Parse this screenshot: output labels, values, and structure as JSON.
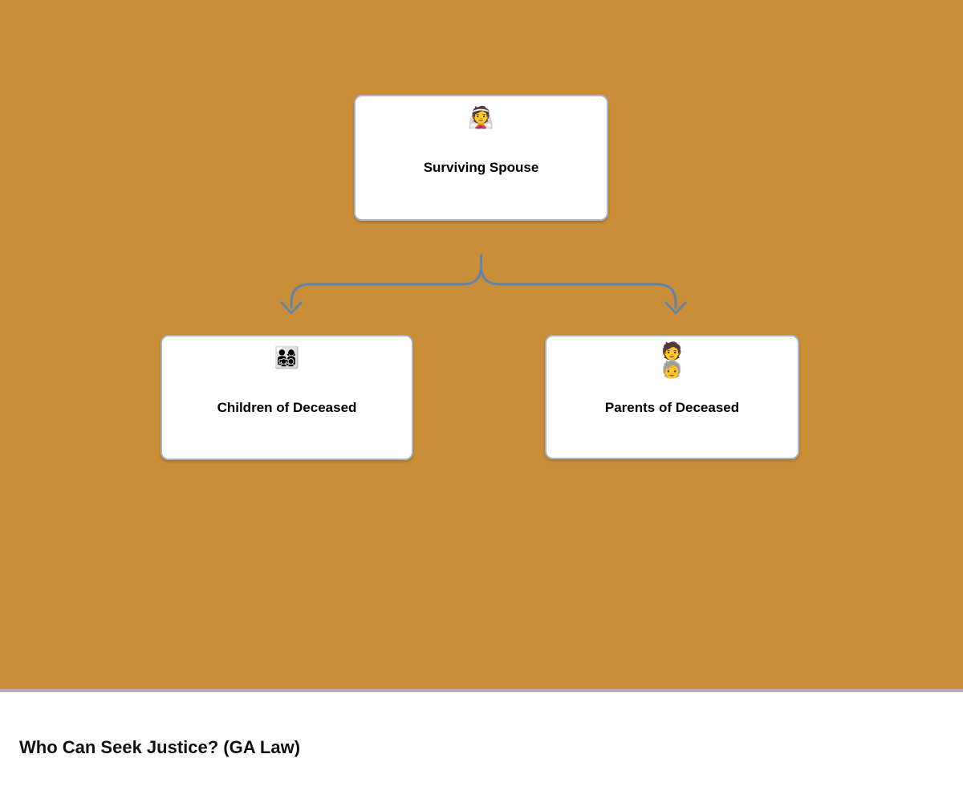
{
  "diagram": {
    "type": "flowchart",
    "background_color": "#C98E37",
    "connector_color": "#6284A8",
    "node_border_color": "#A9B4C4",
    "nodes": {
      "spouse": {
        "icon": "👰",
        "icon_name": "bride-with-veil-emoji",
        "label": "Surviving Spouse"
      },
      "children": {
        "icon": "👨‍👩‍👧‍👦",
        "icon_name": "family-emoji",
        "label": "Children of Deceased"
      },
      "parents": {
        "icon_line1": "🧑",
        "icon_line2": "🧓",
        "icon_name": "adult-and-older-person-emoji",
        "label": "Parents of Deceased"
      }
    },
    "edges": [
      {
        "from": "Surviving Spouse",
        "to": "Children of Deceased"
      },
      {
        "from": "Surviving Spouse",
        "to": "Parents of Deceased"
      }
    ]
  },
  "footer": {
    "title": "Who Can Seek Justice? (GA Law)"
  }
}
